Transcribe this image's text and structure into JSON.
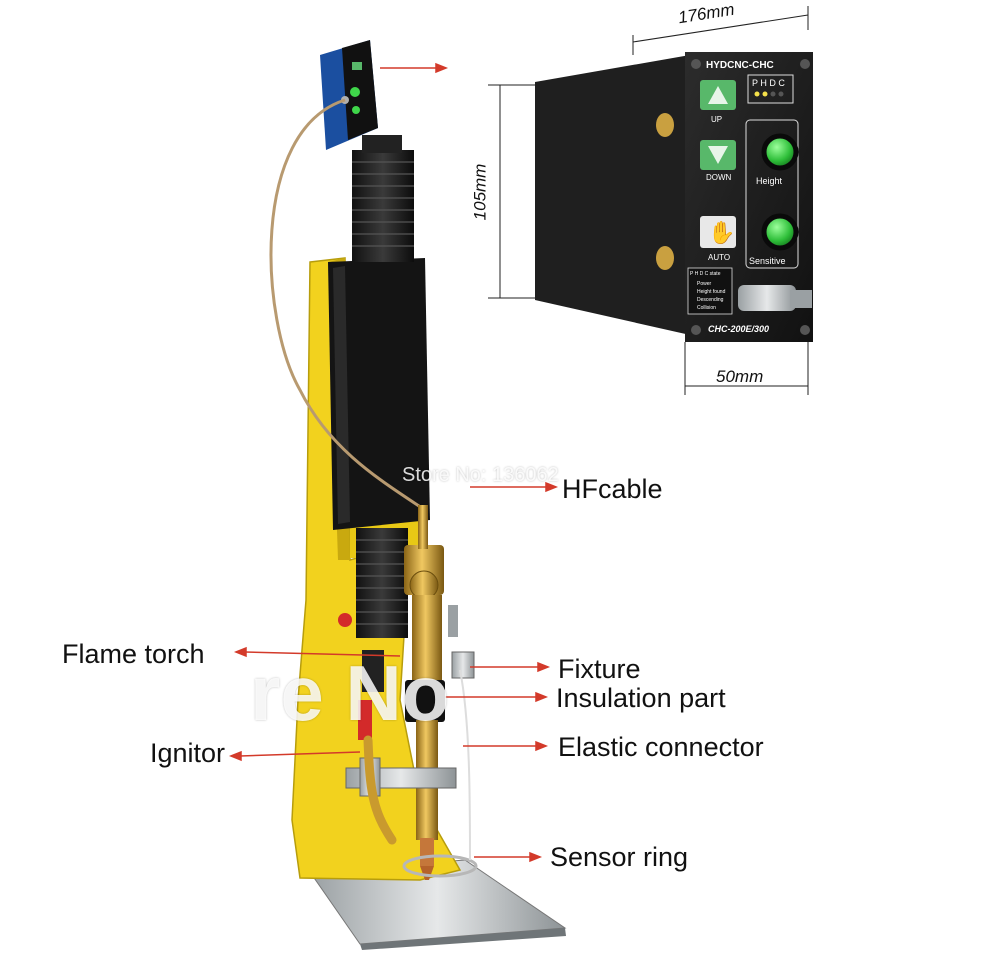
{
  "callouts": {
    "hf_cable": "HFcable",
    "flame_torch": "Flame torch",
    "fixture": "Fixture",
    "insulation_part": "Insulation part",
    "ignitor": "Ignitor",
    "elastic_connector": "Elastic connector",
    "sensor_ring": "Sensor ring"
  },
  "dimensions": {
    "width_top": "176mm",
    "height": "105mm",
    "width_bottom": "50mm"
  },
  "watermark": {
    "store": "Store No: 136062",
    "large": "re No"
  },
  "panel": {
    "brand": "HYDCNC-CHC",
    "status_letters": "P H D C",
    "up": "UP",
    "down": "DOWN",
    "auto": "AUTO",
    "height": "Height",
    "sensitive": "Sensitive",
    "legend_title": "P H D C state",
    "legend_p": "Power",
    "legend_h": "Height found",
    "legend_d": "Descending",
    "legend_c": "Collision",
    "model": "CHC-200E/300"
  },
  "colors": {
    "machine_yellow": "#f2d21e",
    "panel_black": "#1c1c1c",
    "knob_green": "#3fd64a",
    "button_green": "#58b86a",
    "arrow_red": "#d33a2a",
    "brass": "#c99a2e"
  }
}
